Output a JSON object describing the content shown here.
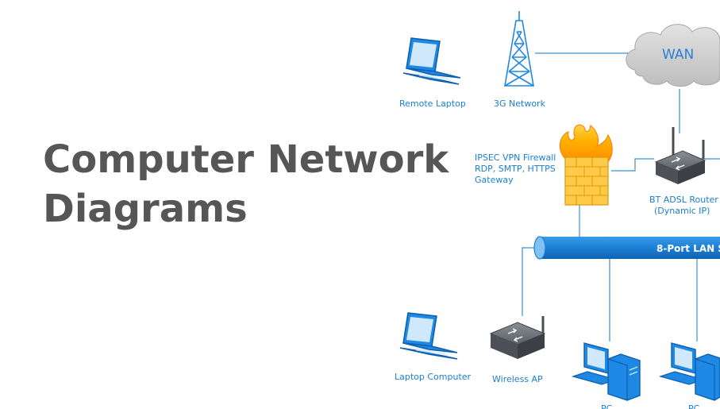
{
  "title": {
    "line1": "Computer Network",
    "line2": "Diagrams"
  },
  "diagram": {
    "wan_label": "WAN",
    "nodes": {
      "remote_laptop": "Remote Laptop",
      "network_3g": "3G Network",
      "firewall_line1": "IPSEC VPN Firewall",
      "firewall_line2": "RDP, SMTP, HTTPS",
      "firewall_line3": "Gateway",
      "router_line1": "BT ADSL Router",
      "router_line2": "(Dynamic IP)",
      "lan_switch": "8-Port LAN S",
      "laptop_computer": "Laptop Computer",
      "wireless_ap": "Wireless AP",
      "pc_1": "PC",
      "pc_2": "PC"
    }
  }
}
